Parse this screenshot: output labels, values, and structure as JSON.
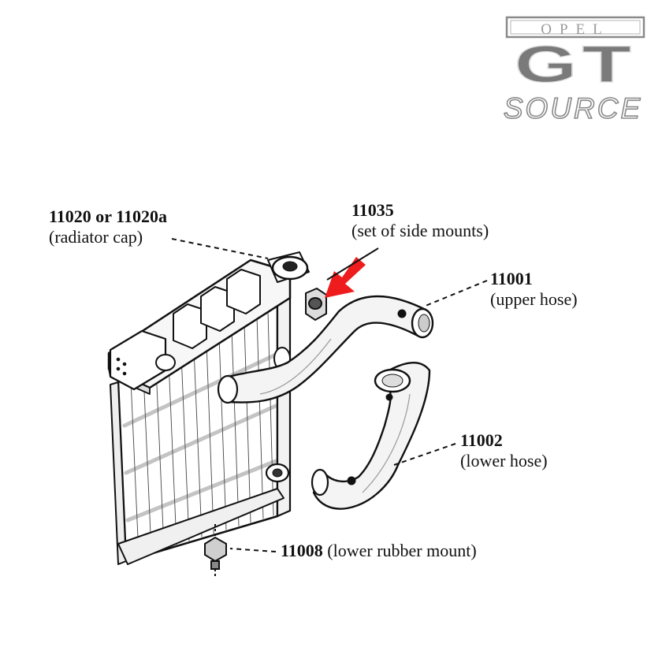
{
  "logo": {
    "brand_top": "OPEL",
    "brand_main": "GT",
    "brand_sub": "SOURCE"
  },
  "colors": {
    "arrow": "#ee1c1c",
    "ink": "#111111",
    "logo_gray": "#8a8a8a"
  },
  "parts": [
    {
      "key": "cap",
      "number": "11020 or 11020a",
      "description": "(radiator cap)"
    },
    {
      "key": "side_mounts",
      "number": "11035",
      "description": "(set of side mounts)"
    },
    {
      "key": "upper_hose",
      "number": "11001",
      "description": "(upper hose)"
    },
    {
      "key": "lower_hose",
      "number": "11002",
      "description": "(lower hose)"
    },
    {
      "key": "lower_mount",
      "number": "11008",
      "description": "(lower rubber mount)"
    }
  ]
}
